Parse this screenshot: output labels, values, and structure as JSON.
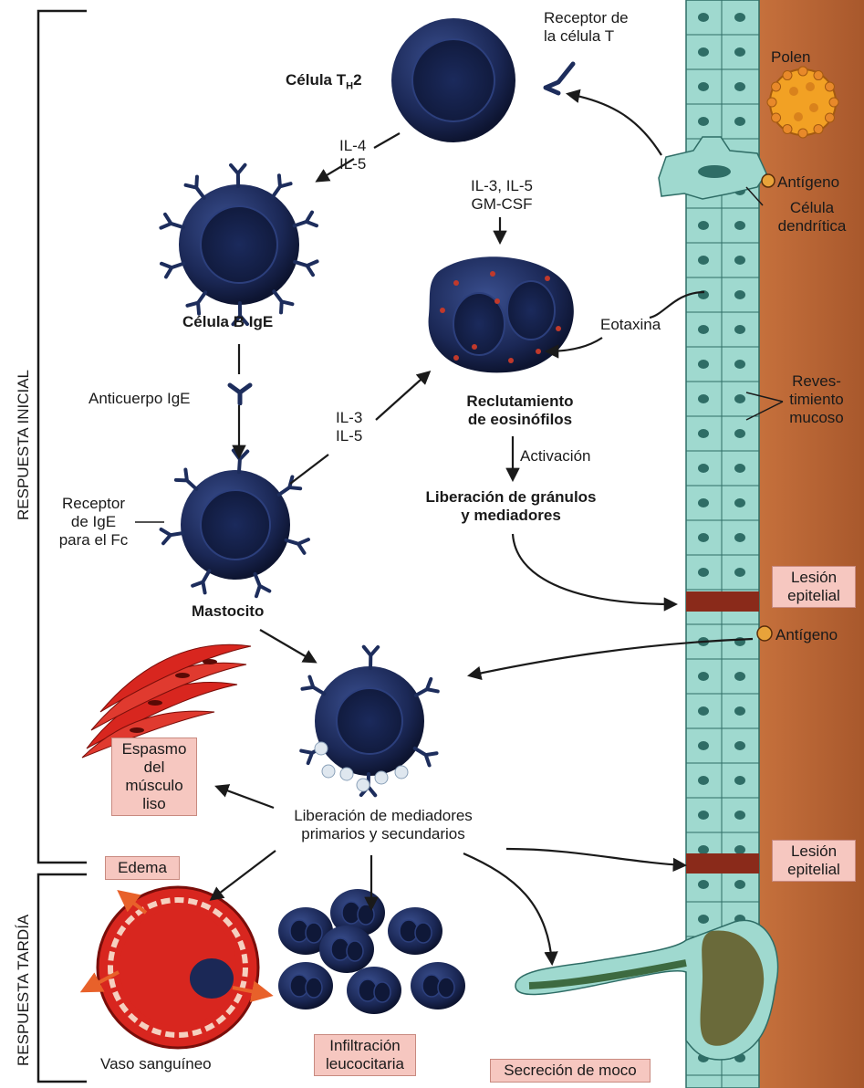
{
  "phases": {
    "early": "RESPUESTA INICIAL",
    "late": "RESPUESTA TARDÍA"
  },
  "cells": {
    "th2_main": "Célula T",
    "th2_sub": "H",
    "th2_end": "2",
    "b_cell": "Célula B IgE",
    "mast_cell": "Mastocito",
    "eos_line1": "Reclutamiento",
    "eos_line2": "de eosinófilos",
    "dendritic_line1": "Célula",
    "dendritic_line2": "dendrítica",
    "pollen": "Polen",
    "blood_vessel": "Vaso sanguíneo"
  },
  "labels": {
    "t_receptor_line1": "Receptor de",
    "t_receptor_line2": "la célula T",
    "il45_line1": "IL-4",
    "il45_line2": "IL-5",
    "il35_line1": "IL-3, IL-5",
    "il35_line2": "GM-CSF",
    "antigen_top": "Antígeno",
    "antigen_mid": "Antígeno",
    "eotaxin": "Eotaxina",
    "mucosa_line1": "Reves-",
    "mucosa_line2": "timiento",
    "mucosa_line3": "mucoso",
    "ige_antibody": "Anticuerpo IgE",
    "il3_line1": "IL-3",
    "il3_line2": "IL-5",
    "activation": "Activación",
    "granule_line1": "Liberación de gránulos",
    "granule_line2": "y mediadores",
    "fc_line1": "Receptor",
    "fc_line2": "de IgE",
    "fc_line3": "para el Fc",
    "mediators_line1": "Liberación de mediadores",
    "mediators_line2": "primarios y secundarios"
  },
  "boxes": {
    "lesion1_line1": "Lesión",
    "lesion1_line2": "epitelial",
    "lesion2_line1": "Lesión",
    "lesion2_line2": "epitelial",
    "spasm_line1": "Espasmo",
    "spasm_line2": "del",
    "spasm_line3": "músculo",
    "spasm_line4": "liso",
    "edema": "Edema",
    "infiltration_line1": "Infiltración",
    "infiltration_line2": "leucocitaria",
    "mucus": "Secreción de moco"
  },
  "colors": {
    "cell_dark": "#16204a",
    "cell_mid": "#23356e",
    "epithelium": "#9fd9cf",
    "tissue": "#b5663a",
    "label_box": "#f6c7c0",
    "muscle": "#d8261f",
    "pollen": "#f2a124"
  }
}
